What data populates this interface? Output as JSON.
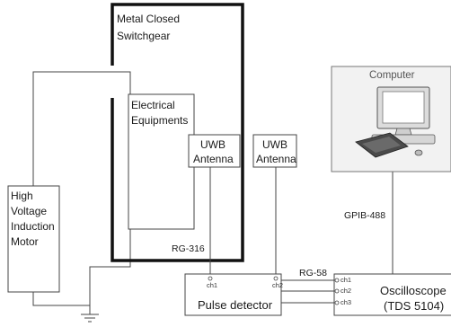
{
  "switchgear": {
    "line1": "Metal Closed",
    "line2": "Switchgear"
  },
  "electrical": {
    "line1": "Electrical",
    "line2": "Equipments"
  },
  "motor": {
    "line1": "High",
    "line2": "Voltage",
    "line3": "Induction",
    "line4": "Motor"
  },
  "antenna1": {
    "line1": "UWB",
    "line2": "Antenna"
  },
  "antenna2": {
    "line1": "UWB",
    "line2": "Antenna"
  },
  "computer": {
    "label": "Computer"
  },
  "cables": {
    "rg316": "RG-316",
    "rg58": "RG-58",
    "gpib": "GPIB-488"
  },
  "pulse_detector": {
    "label": "Pulse detector",
    "port1": "ch1",
    "port2": "ch2"
  },
  "oscilloscope": {
    "line1": "Oscilloscope",
    "line2": "(TDS 5104)",
    "ch1": "ch1",
    "ch2": "ch2",
    "ch3": "ch3"
  },
  "colors": {
    "line": "#333333",
    "frame": "#111111",
    "panel": "#f2f2f2",
    "screen": "#ffffff"
  },
  "icons": {
    "computer": "desktop-computer-icon",
    "ground": "ground-symbol-icon"
  }
}
